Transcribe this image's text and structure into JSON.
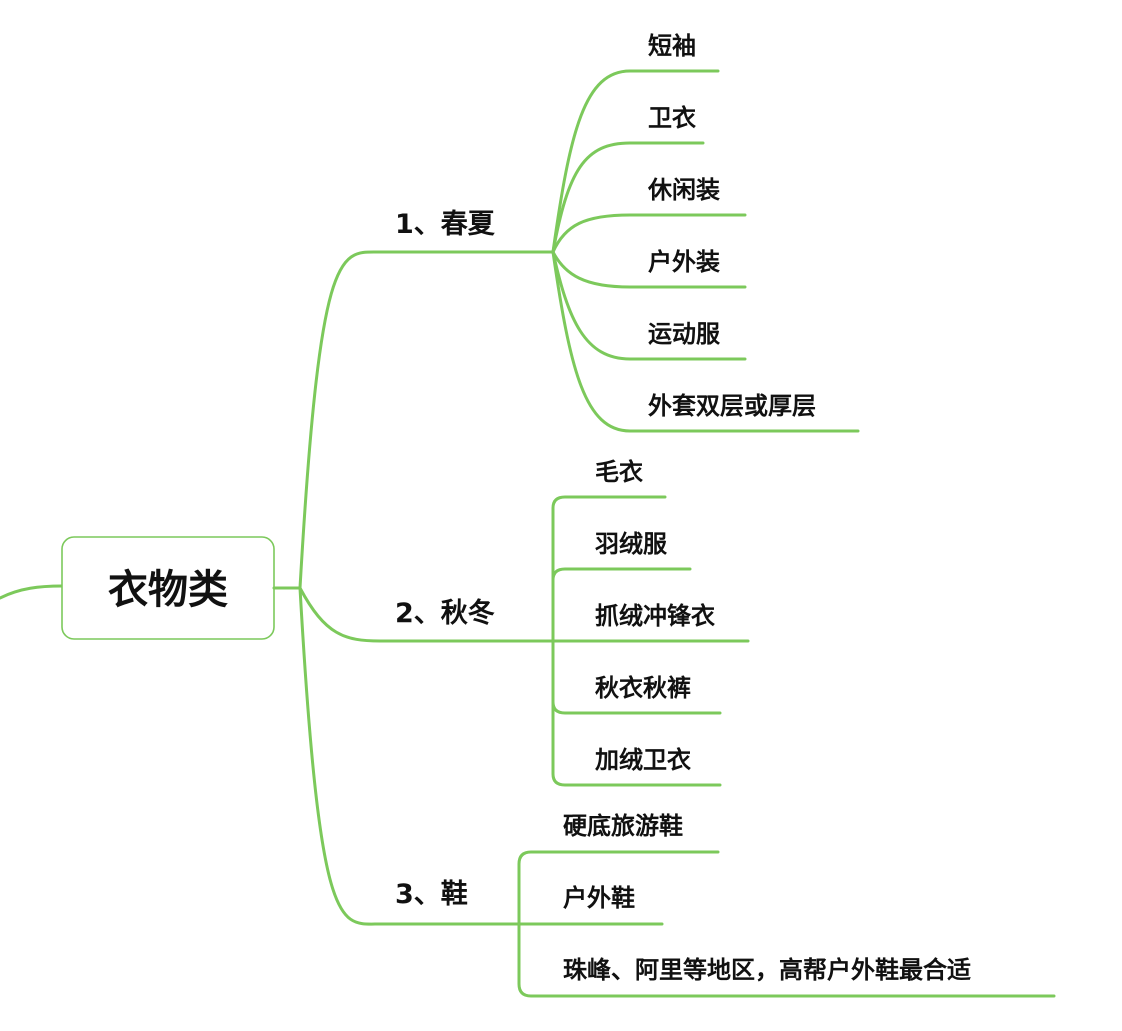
{
  "colors": {
    "line": "#7cc95b",
    "root_border": "#7cc95b",
    "text": "#111111",
    "background": "#ffffff"
  },
  "root": {
    "label": "衣物类"
  },
  "branches": [
    {
      "label": "1、春夏",
      "children": [
        "短袖",
        "卫衣",
        "休闲装",
        "户外装",
        "运动服",
        "外套双层或厚层"
      ]
    },
    {
      "label": "2、秋冬",
      "children": [
        "毛衣",
        "羽绒服",
        "抓绒冲锋衣",
        "秋衣秋裤",
        "加绒卫衣"
      ]
    },
    {
      "label": "3、鞋",
      "children": [
        "硬底旅游鞋",
        "户外鞋",
        "珠峰、阿里等地区，高帮户外鞋最合适"
      ]
    }
  ]
}
